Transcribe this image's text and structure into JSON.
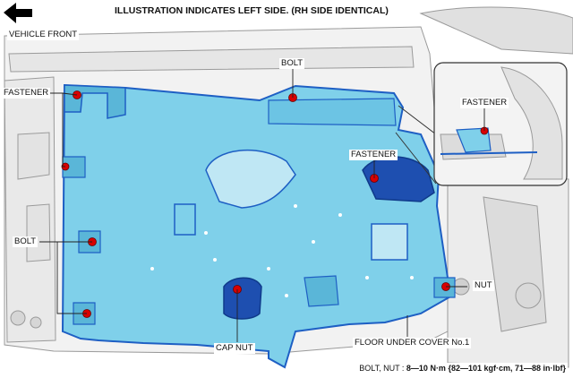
{
  "header": {
    "title": "ILLUSTRATION INDICATES LEFT SIDE. (RH SIDE IDENTICAL)",
    "vehicle_front": "VEHICLE FRONT"
  },
  "labels": {
    "fastener_top_left": "FASTENER",
    "bolt_top": "BOLT",
    "fastener_inset": "FASTENER",
    "fastener_middle": "FASTENER",
    "bolt_left": "BOLT",
    "nut": "NUT",
    "cap_nut": "CAP NUT",
    "cover_name": "FLOOR UNDER COVER No.1"
  },
  "spec": {
    "prefix": "BOLT, NUT : ",
    "value": "8—10 N·m {82—101 kgf·cm, 71—88 in·lbf}"
  },
  "colors": {
    "cover_fill": "#7fd0ea",
    "cover_edge": "#1e5fc4",
    "fastener_red": "#d90000",
    "body_gray": "#bdbdbd"
  },
  "icons": {
    "direction_arrow": "arrow-left-icon"
  }
}
